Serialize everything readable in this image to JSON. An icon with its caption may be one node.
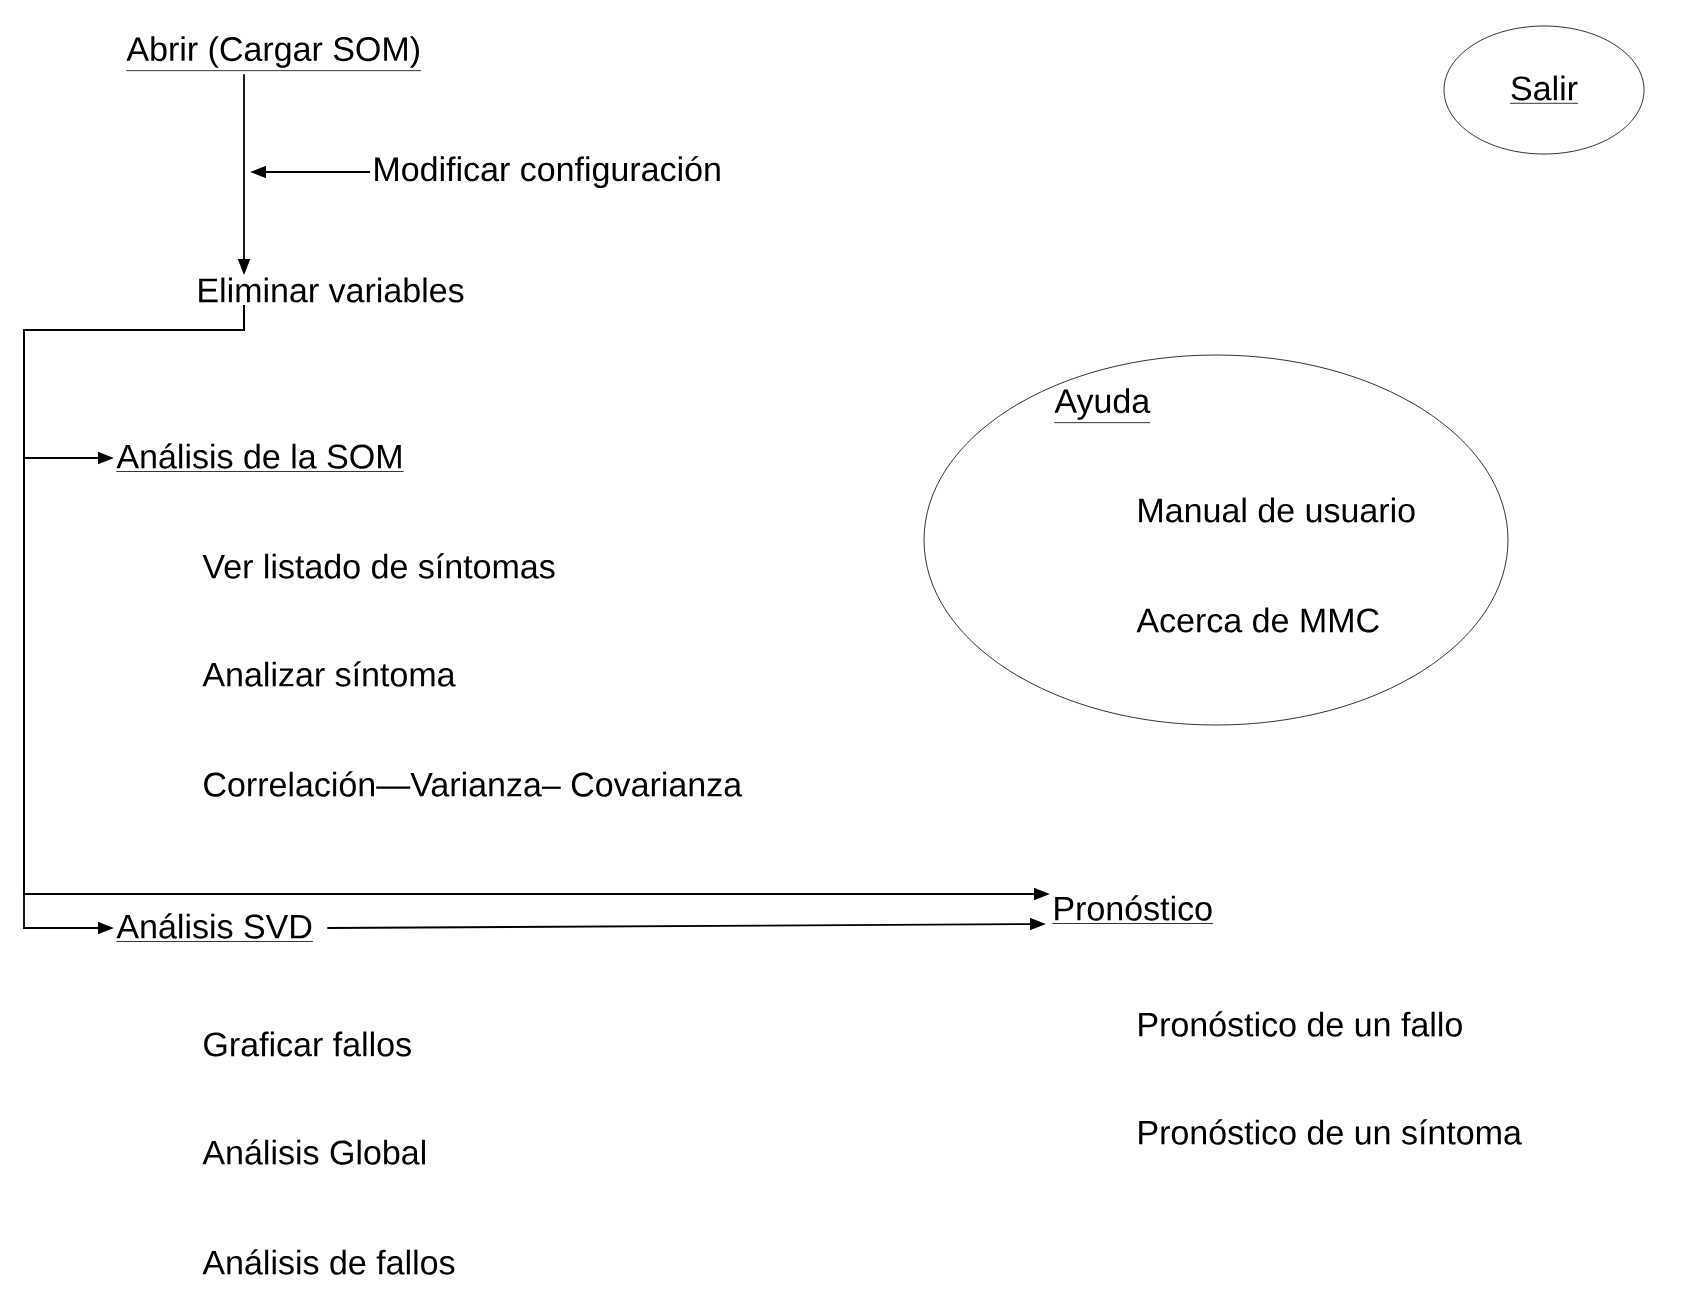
{
  "diagram": {
    "nodes": [
      {
        "text": [
          "Abrir (Cargar SOM)"
        ]
      },
      {
        "text": [
          "Modificar configuración"
        ]
      },
      {
        "text": [
          "Eliminar variables"
        ]
      },
      {
        "text": [
          "Análisis de la SOM"
        ]
      },
      {
        "text": [
          "Análisis SVD"
        ]
      },
      {
        "text": [
          "Pronóstico"
        ]
      },
      {
        "text": [
          "Salir"
        ]
      },
      {
        "text": [
          "Ayuda",
          "Manual de usuario",
          "Acerca de MMC"
        ]
      }
    ],
    "edges": [
      {
        "from": 0,
        "to": 2,
        "arrow": "to"
      },
      {
        "from": 1,
        "to": null,
        "arrow": "to"
      },
      {
        "from": 2,
        "to": 3,
        "arrow": "to"
      },
      {
        "from": 2,
        "to": 4,
        "arrow": "to"
      },
      {
        "from": 2,
        "to": 5,
        "arrow": "to"
      },
      {
        "from": 4,
        "to": 5,
        "arrow": "to"
      }
    ],
    "labels": [
      "Ver listado de síntomas",
      "Analizar síntoma",
      "Correlación—Varianza– Covarianza",
      "Graficar fallos",
      "Análisis Global",
      "Análisis de fallos",
      "Pronóstico de un fallo",
      "Pronóstico de un síntoma"
    ]
  }
}
